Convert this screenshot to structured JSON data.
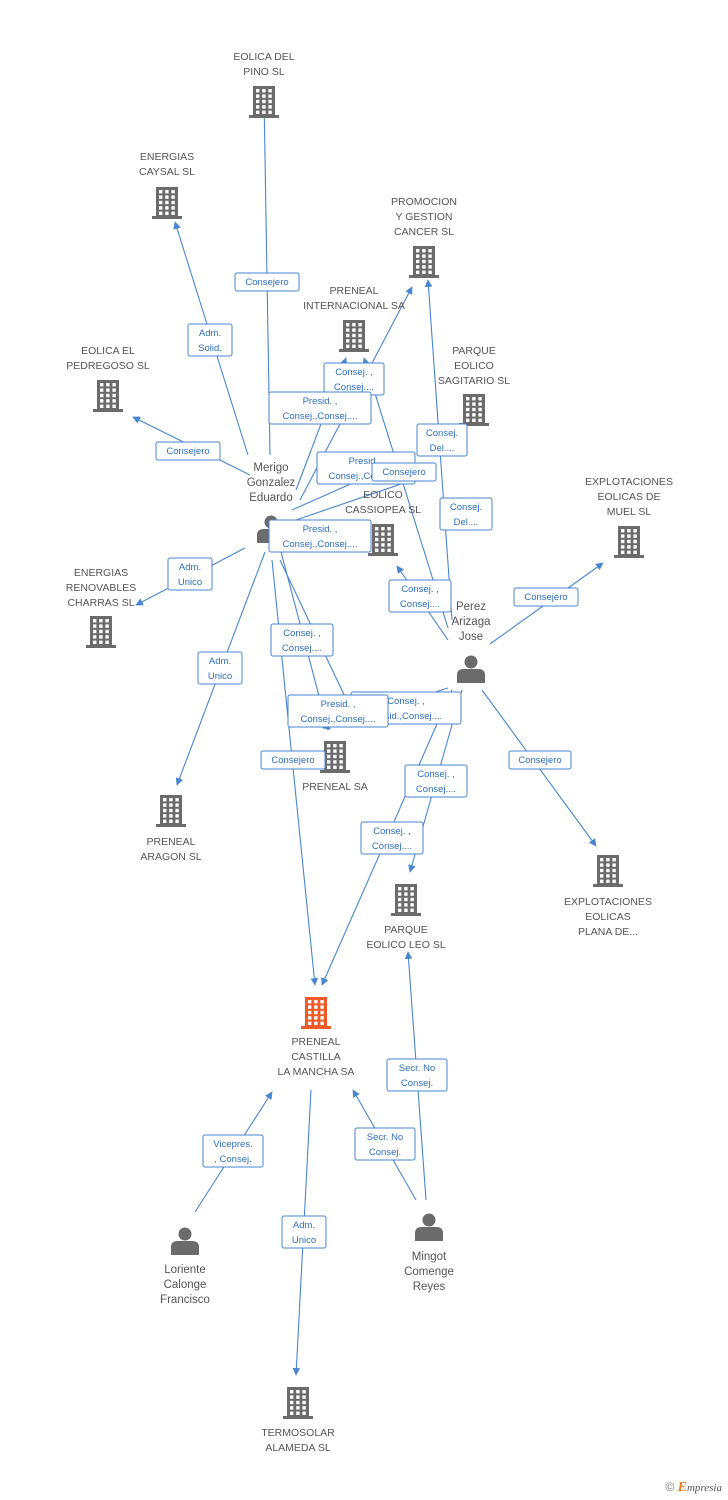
{
  "colors": {
    "edge": "#4a86d0",
    "edge_text": "#2d6fbf",
    "building": "#6b6b6b",
    "highlight": "#f05a28",
    "person": "#6b6b6b",
    "label": "#555555"
  },
  "nodes": [
    {
      "id": "eolica_pino",
      "type": "company",
      "lines": [
        "EOLICA DEL",
        "PINO SL"
      ]
    },
    {
      "id": "energias_caysal",
      "type": "company",
      "lines": [
        "ENERGIAS",
        "CAYSAL SL"
      ]
    },
    {
      "id": "promocion_cancer",
      "type": "company",
      "lines": [
        "PROMOCION",
        "Y GESTION",
        "CANCER SL"
      ]
    },
    {
      "id": "preneal_internacional",
      "type": "company",
      "lines": [
        "PRENEAL",
        "INTERNACIONAL SA"
      ]
    },
    {
      "id": "eolica_pedregoso",
      "type": "company",
      "lines": [
        "EOLICA EL",
        "PEDREGOSO SL"
      ]
    },
    {
      "id": "parque_sagitario",
      "type": "company",
      "lines": [
        "PARQUE",
        "EOLICO",
        "SAGITARIO SL"
      ]
    },
    {
      "id": "eolico_cassiopea",
      "type": "company",
      "lines": [
        "EOLICO",
        "CASSIOPEA SL"
      ]
    },
    {
      "id": "explotaciones_muel",
      "type": "company",
      "lines": [
        "EXPLOTACIONES",
        "EOLICAS DE",
        "MUEL SL"
      ]
    },
    {
      "id": "energias_charras",
      "type": "company",
      "lines": [
        "ENERGIAS",
        "RENOVABLES",
        "CHARRAS SL"
      ]
    },
    {
      "id": "preneal_sa",
      "type": "company",
      "lines": [
        "PRENEAL SA"
      ]
    },
    {
      "id": "preneal_aragon",
      "type": "company",
      "lines": [
        "PRENEAL",
        "ARAGON SL"
      ]
    },
    {
      "id": "explotaciones_plana",
      "type": "company",
      "lines": [
        "EXPLOTACIONES",
        "EOLICAS",
        "PLANA DE..."
      ]
    },
    {
      "id": "parque_leo",
      "type": "company",
      "lines": [
        "PARQUE",
        "EOLICO LEO SL"
      ]
    },
    {
      "id": "preneal_castilla",
      "type": "company_main",
      "lines": [
        "PRENEAL",
        "CASTILLA",
        "LA MANCHA SA"
      ]
    },
    {
      "id": "termosolar",
      "type": "company",
      "lines": [
        "TERMOSOLAR",
        "ALAMEDA SL"
      ]
    },
    {
      "id": "merigo",
      "type": "person",
      "lines": [
        "Merigo",
        "Gonzalez",
        "Eduardo"
      ]
    },
    {
      "id": "perez",
      "type": "person",
      "lines": [
        "Perez",
        "Arizaga",
        "Jose"
      ]
    },
    {
      "id": "loriente",
      "type": "person",
      "lines": [
        "Loriente",
        "Calonge",
        "Francisco"
      ]
    },
    {
      "id": "mingot",
      "type": "person",
      "lines": [
        "Mingot",
        "Comenge",
        "Reyes"
      ]
    }
  ],
  "edges": [
    {
      "id": "e1",
      "lines": [
        "Consejero"
      ]
    },
    {
      "id": "e2",
      "lines": [
        "Adm.",
        "Solid."
      ]
    },
    {
      "id": "e3",
      "lines": [
        "Consejero"
      ]
    },
    {
      "id": "e4",
      "lines": [
        "Consej. ,",
        "Consej...."
      ]
    },
    {
      "id": "e5",
      "lines": [
        "Presid. ,",
        "Consej.,Consej...."
      ]
    },
    {
      "id": "e6",
      "lines": [
        "Presid. ,",
        "Consej.,Consej...."
      ]
    },
    {
      "id": "e7",
      "lines": [
        "Consejero"
      ]
    },
    {
      "id": "e8",
      "lines": [
        "Consej.",
        "Del...."
      ]
    },
    {
      "id": "e9",
      "lines": [
        "Consej.",
        "Del...."
      ]
    },
    {
      "id": "e10",
      "lines": [
        "Presid. ,",
        "Consej.,Consej...."
      ]
    },
    {
      "id": "e11",
      "lines": [
        "Adm.",
        "Unico"
      ]
    },
    {
      "id": "e12",
      "lines": [
        "Consej. ,",
        "Consej...."
      ]
    },
    {
      "id": "e13",
      "lines": [
        "Consejero"
      ]
    },
    {
      "id": "e14",
      "lines": [
        "Consej. ,",
        "Consej...."
      ]
    },
    {
      "id": "e15",
      "lines": [
        "Adm.",
        "Unico"
      ]
    },
    {
      "id": "e16",
      "lines": [
        "Consej. ,",
        "Presid.,Consej...."
      ]
    },
    {
      "id": "e17",
      "lines": [
        "Presid. ,",
        "Consej.,Consej...."
      ]
    },
    {
      "id": "e18",
      "lines": [
        "Consejero"
      ]
    },
    {
      "id": "e19",
      "lines": [
        "Consejero"
      ]
    },
    {
      "id": "e20",
      "lines": [
        "Consej. ,",
        "Consej...."
      ]
    },
    {
      "id": "e21",
      "lines": [
        "Consej. ,",
        "Consej...."
      ]
    },
    {
      "id": "e22",
      "lines": [
        "Secr.  No",
        "Consej."
      ]
    },
    {
      "id": "e23",
      "lines": [
        "Secr.  No",
        "Consej."
      ]
    },
    {
      "id": "e24",
      "lines": [
        "Vicepres.",
        ", Consej."
      ]
    },
    {
      "id": "e25",
      "lines": [
        "Adm.",
        "Unico"
      ]
    }
  ],
  "footer": {
    "copyright": "©",
    "brand_initial": "E",
    "brand_rest": "mpresia"
  }
}
